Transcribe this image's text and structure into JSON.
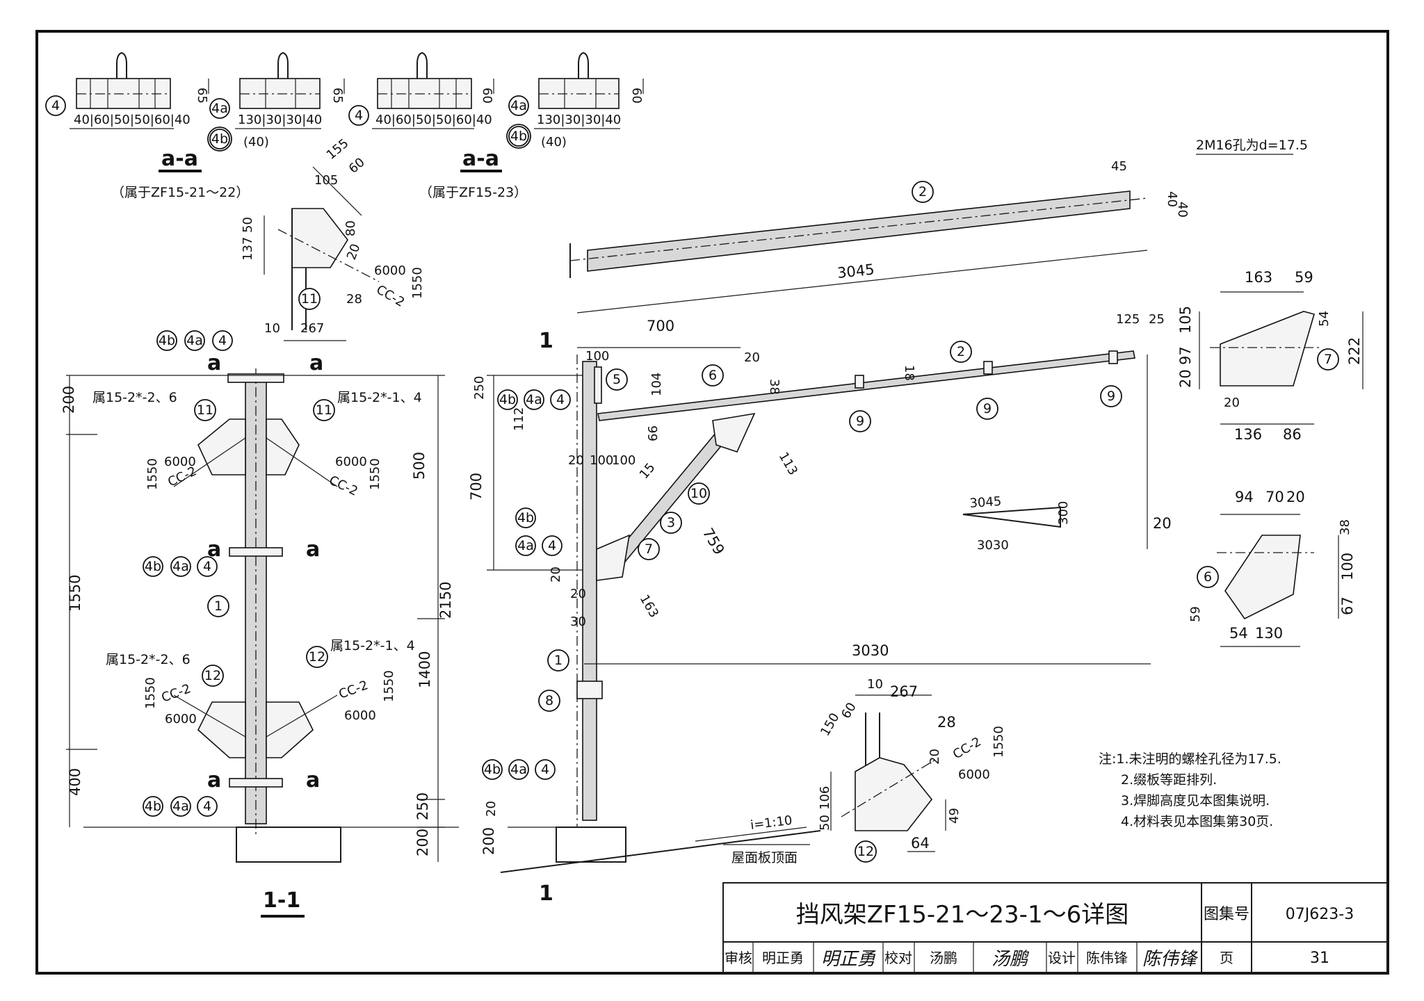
{
  "section_aa_details": [
    {
      "tag": "4",
      "dims": "40|60|50|50|60|40",
      "height": "65"
    },
    {
      "tag": "4a",
      "alt_tag": "4b",
      "dims": "130|30|30|40",
      "alt_dim": "(40)",
      "height": "65"
    },
    {
      "tag": "4",
      "dims": "40|60|50|50|60|40",
      "height": "60"
    },
    {
      "tag": "4a",
      "alt_tag": "4b",
      "dims": "130|30|30|40",
      "alt_dim": "(40)",
      "height": "60"
    }
  ],
  "section_aa_titles": [
    {
      "title": "a-a",
      "note": "（属于ZF15-21～22）"
    },
    {
      "title": "a-a",
      "note": "（属于ZF15-23）"
    }
  ],
  "gusset_11": {
    "tag": "11",
    "dims": [
      "155",
      "60",
      "105",
      "50",
      "80",
      "137",
      "20",
      "6000",
      "CC-2",
      "1550",
      "28",
      "10",
      "267"
    ]
  },
  "section_11_view": {
    "title": "1-1",
    "notes": [
      "属15-2*-2、6",
      "属15-2*-1、4",
      "属15-2*-2、6",
      "属15-2*-1、4"
    ],
    "bracing": [
      "6000",
      "CC-2",
      "1550"
    ],
    "dims_left": [
      "200",
      "1550",
      "400"
    ],
    "dims_right": [
      "500",
      "1400",
      "250",
      "200"
    ],
    "total": "2150",
    "section_marks": [
      "a",
      "a"
    ],
    "tags": [
      "4b",
      "4a",
      "4",
      "11",
      "11",
      "1",
      "12",
      "12"
    ]
  },
  "elevation": {
    "note_bolt": "2M16孔为d=17.5",
    "member_2_length": "3045",
    "dims": [
      "45",
      "40",
      "40",
      "700",
      "100",
      "20",
      "38",
      "125",
      "25",
      "18",
      "250",
      "112",
      "104",
      "66",
      "20",
      "100",
      "100",
      "15",
      "700",
      "20",
      "20",
      "30",
      "20",
      "200",
      "113",
      "759",
      "163",
      "3030",
      "20"
    ],
    "slope": {
      "length": "3045",
      "rise": "300",
      "base": "3030"
    },
    "roof_slope": "i=1:10",
    "roof_label": "屋面板顶面",
    "section_mark": "1",
    "tags": [
      "2",
      "2",
      "5",
      "6",
      "9",
      "9",
      "9",
      "10",
      "3",
      "7",
      "1",
      "8",
      "4b",
      "4a",
      "4"
    ]
  },
  "plate_7": {
    "tag": "7",
    "dims": [
      "163",
      "59",
      "105",
      "54",
      "97",
      "222",
      "20",
      "20",
      "136",
      "86"
    ]
  },
  "plate_6": {
    "tag": "6",
    "dims": [
      "94",
      "70",
      "20",
      "38",
      "100",
      "67",
      "59",
      "54",
      "130"
    ]
  },
  "gusset_12": {
    "tag": "12",
    "dims": [
      "10",
      "267",
      "150",
      "60",
      "28",
      "20",
      "CC-2",
      "1550",
      "6000",
      "106",
      "50",
      "49",
      "64"
    ]
  },
  "notes": [
    "注:1.未注明的螺栓孔径为17.5.",
    "2.缀板等距排列.",
    "3.焊脚高度见本图集说明.",
    "4.材料表见本图集第30页."
  ],
  "title_block": {
    "title": "挡风架ZF15-21～23-1～6详图",
    "atlas_label": "图集号",
    "atlas_no": "07J623-3",
    "review_label": "审核",
    "reviewer": "明正勇",
    "check_label": "校对",
    "checker": "汤鹏",
    "design_label": "设计",
    "designer": "陈伟锋",
    "page_label": "页",
    "page_no": "31"
  }
}
